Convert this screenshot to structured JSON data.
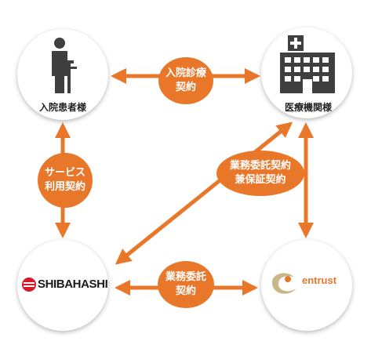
{
  "nodes": {
    "patient": {
      "label": "入院患者様"
    },
    "hospital": {
      "label": "医療機関様"
    },
    "shibahashi": {
      "logo_text": "SHIBAHASHI"
    },
    "entrust": {
      "logo_text": "entrust"
    }
  },
  "relations": {
    "patient_hospital": {
      "line1": "入院診療",
      "line2": "契約"
    },
    "patient_shibahashi": {
      "line1": "サービス",
      "line2": "利用契約"
    },
    "shibahashi_hospital": {
      "line1": "業務委託契約",
      "line2": "兼保証契約"
    },
    "shibahashi_entrust": {
      "line1": "業務委託",
      "line2": "契約"
    }
  },
  "colors": {
    "accent": "#e9772a",
    "icon_gray": "#3f3f3f",
    "shibahashi_red": "#d7192b",
    "entrust_orange": "#e9772a",
    "entrust_beige": "#c9b78a"
  }
}
